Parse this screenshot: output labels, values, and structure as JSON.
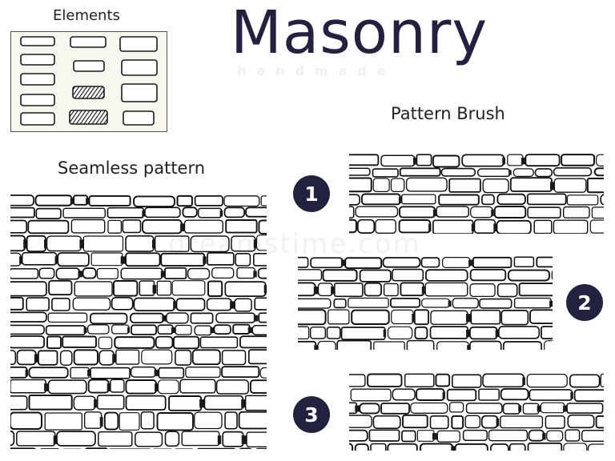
{
  "title": "Masonry",
  "subtitle": "handmade",
  "elements_label": "Elements",
  "seamless_label": "Seamless pattern",
  "pattern_brush_label": "Pattern Brush",
  "badges": [
    "1",
    "2",
    "3"
  ],
  "watermark": "dreamstime.com",
  "colors": {
    "title": "#23213f",
    "badge_bg": "#22213f",
    "stone_outline": "#111111",
    "mortar": "#1a1a1a",
    "panel_bg": "#f7f7ef"
  }
}
